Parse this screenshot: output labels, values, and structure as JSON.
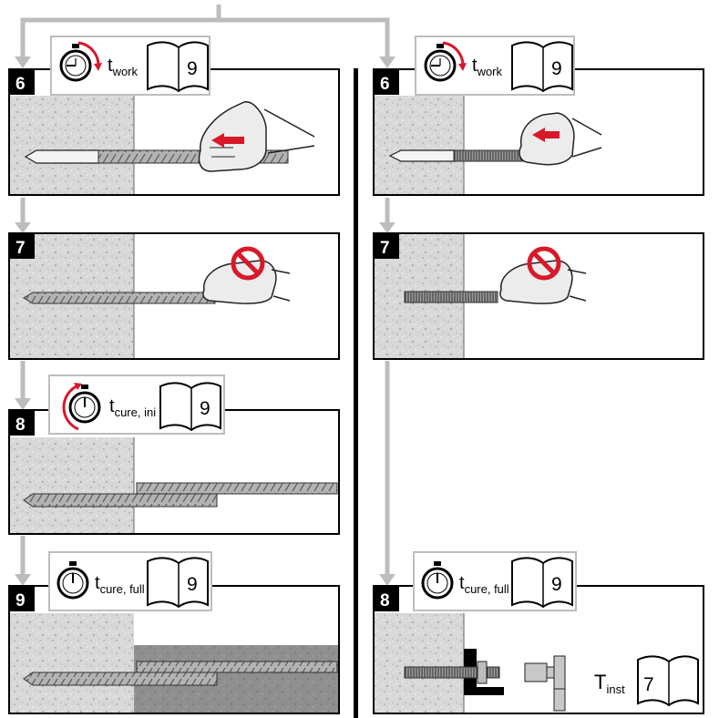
{
  "panels": [
    {
      "id": "l6",
      "step": "6",
      "timer": "t",
      "timer_sub": "work",
      "book": "9",
      "hand": "push"
    },
    {
      "id": "l7",
      "step": "7",
      "hand": "no-touch"
    },
    {
      "id": "l8",
      "step": "8",
      "timer": "t",
      "timer_sub": "cure, ini",
      "book": "9"
    },
    {
      "id": "l9",
      "step": "9",
      "timer": "t",
      "timer_sub": "cure, full",
      "book": "9"
    },
    {
      "id": "r6",
      "step": "6",
      "timer": "t",
      "timer_sub": "work",
      "book": "9",
      "hand": "push"
    },
    {
      "id": "r7",
      "step": "7",
      "hand": "no-touch"
    },
    {
      "id": "r8",
      "step": "8",
      "timer": "t",
      "timer_sub": "cure, full",
      "book": "9",
      "torque": "T",
      "torque_sub": "inst",
      "torque_book": "7"
    }
  ],
  "colors": {
    "concrete": "#d9d9d9",
    "concrete_dark": "#8c8c8c",
    "rebar": "#b3b3b3",
    "badge": "#000000",
    "flow_line": "#bdbdbd",
    "arrow_red": "#d7192a",
    "glove": "#ececec"
  },
  "icons": [
    "stopwatch-icon",
    "book-icon",
    "glove-hand-icon",
    "prohibition-icon",
    "flow-arrow-icon",
    "socket-wrench-icon"
  ]
}
